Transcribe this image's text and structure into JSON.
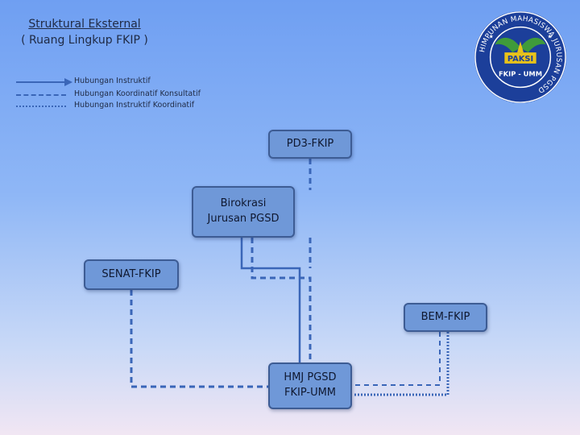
{
  "header": {
    "title": "Struktural Eksternal",
    "subtitle": "( Ruang Lingkup FKIP )"
  },
  "legend": [
    {
      "style": "solid-arrow",
      "label": "Hubungan Instruktif"
    },
    {
      "style": "dashed",
      "label": "Hubungan Koordinatif Konsultatif"
    },
    {
      "style": "dotted",
      "label": "Hubungan Instruktif Koordinatif"
    }
  ],
  "nodes": {
    "pd3": {
      "label": "PD3-FKIP"
    },
    "birokrasi": {
      "line1": "Birokrasi",
      "line2": "Jurusan PGSD"
    },
    "senat": {
      "label": "SENAT-FKIP"
    },
    "bem": {
      "label": "BEM-FKIP"
    },
    "hmj": {
      "line1": "HMJ PGSD",
      "line2": "FKIP-UMM"
    }
  },
  "logo": {
    "ring_text": "HIMPUNAN MAHASISWA JURUSAN PGSD",
    "center_text": "PAKSI",
    "bottom_text": "FKIP - UMM",
    "colors": {
      "ring": "#1c3f9a",
      "gold": "#e8c21a",
      "green": "#3f9b3a"
    }
  },
  "colors": {
    "node_fill": "#6f98d8",
    "node_border": "#3d5c94",
    "line": "#3a66b8"
  }
}
